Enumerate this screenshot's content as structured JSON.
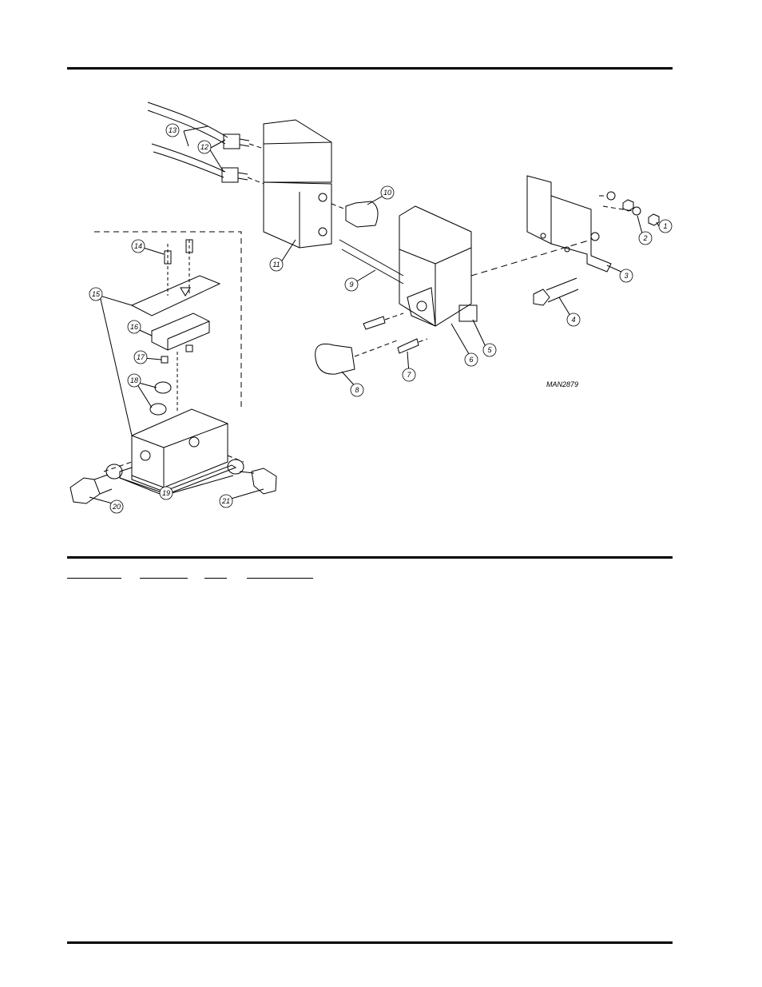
{
  "document": {
    "figure_id": "MAN2879",
    "callouts": [
      "1",
      "2",
      "3",
      "4",
      "5",
      "6",
      "7",
      "8",
      "9",
      "10",
      "11",
      "12",
      "13",
      "14",
      "15",
      "16",
      "17",
      "18",
      "19",
      "20",
      "21"
    ],
    "table_headers": [
      "",
      "",
      "",
      ""
    ]
  }
}
